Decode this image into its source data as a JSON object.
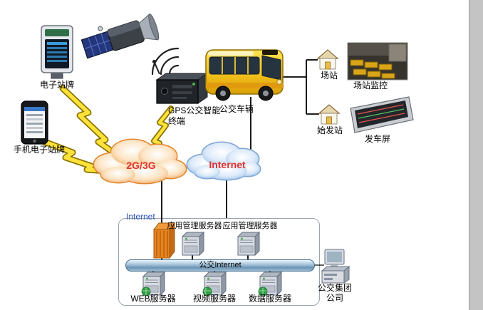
{
  "diagram": {
    "devices": {
      "electronic_stop": "电子站牌",
      "phone_stop": "手机电子站牌",
      "gps_terminal_line1": "GPS公交智能",
      "gps_terminal_line2": "终端",
      "bus": "公交车辆"
    },
    "right_column": {
      "station": "场站",
      "station_monitor": "场站监控",
      "origin_station": "始发站",
      "departure_screen": "发车屏"
    },
    "clouds": {
      "mobile_network": "2G/3G",
      "internet": "Internet"
    },
    "datacenter": {
      "internet_label": "Internet",
      "app_server_1": "应用管理服务器",
      "app_server_2": "应用管理服务器",
      "backbone": "公交Internet",
      "web_server": "WEB服务器",
      "video_server": "视频服务器",
      "data_server": "数据服务器"
    },
    "company": {
      "line1": "公交集团",
      "line2": "公司"
    }
  },
  "icons": [
    "satellite-icon",
    "signal-waves-icon",
    "stop-sign-kiosk-icon",
    "phone-icon",
    "gps-terminal-icon",
    "bus-icon",
    "station-house-icon",
    "origin-house-icon",
    "station-monitor-image",
    "departure-screen-image",
    "lightning-bolt-icon",
    "mobile-cloud-shape",
    "internet-cloud-shape",
    "firewall-icon",
    "server-icon",
    "globe-icon",
    "company-computer-icon"
  ],
  "colors": {
    "cloud_label_red": "#e3322e",
    "internet_label_blue": "#2b4fbb",
    "mobile_cloud_fill": "#f0a862",
    "internet_cloud_fill": "#92bce8",
    "lightning_yellow": "#ffe23a",
    "firewall_orange": "#e8831e",
    "bus_yellow": "#f3c11d",
    "backbone_blue": "#6d95b5",
    "page_edge_gray": "#c4c4c4"
  }
}
